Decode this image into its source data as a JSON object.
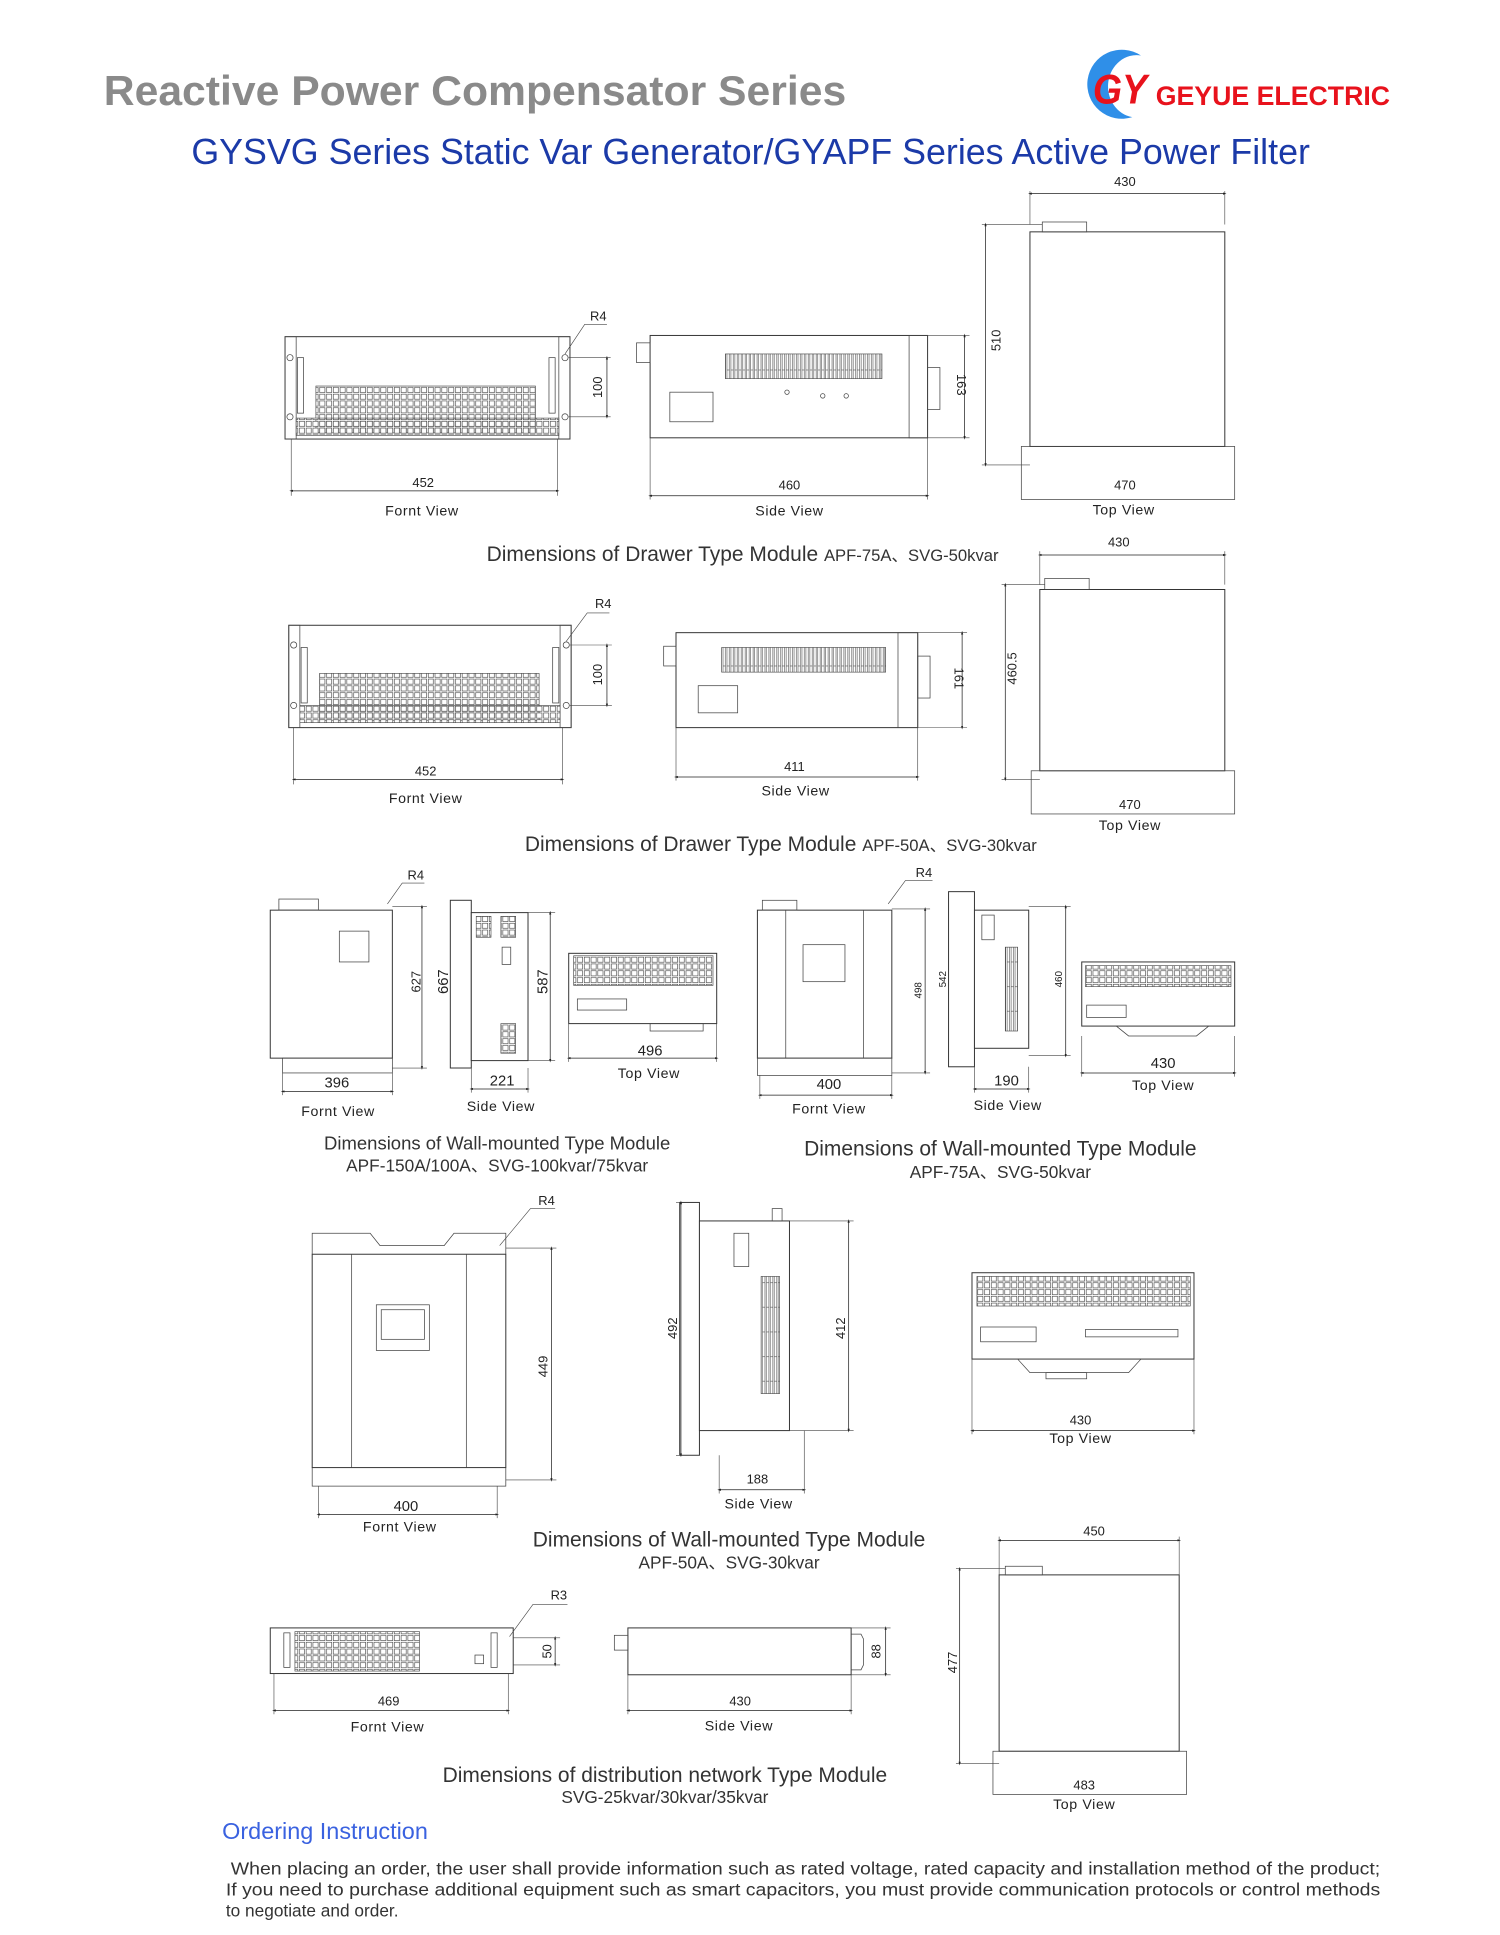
{
  "header": {
    "title": "Reactive Power Compensator Series",
    "subtitle": "GYSVG Series Static Var Generator/GYAPF Series Active Power Filter",
    "logo": {
      "mark": "GY",
      "name": "GEYUE ELECTRIC"
    }
  },
  "modules": [
    {
      "caption_main": "Dimensions of Drawer Type Module",
      "caption_model": "APF-75A、SVG-50kvar",
      "front": {
        "label": "Fornt View",
        "width": "452",
        "hole_spacing": "100",
        "radius": "R4"
      },
      "side": {
        "label": "Side View",
        "depth": "460",
        "height": "163"
      },
      "top": {
        "label": "Top View",
        "width": "430",
        "depth": "510",
        "front_width": "470"
      }
    },
    {
      "caption_main": "Dimensions of Drawer Type Module",
      "caption_model": "APF-50A、SVG-30kvar",
      "front": {
        "label": "Fornt View",
        "width": "452",
        "hole_spacing": "100",
        "radius": "R4"
      },
      "side": {
        "label": "Side View",
        "depth": "411",
        "height": "161"
      },
      "top": {
        "label": "Top View",
        "width": "430",
        "depth": "460.5",
        "front_width": "470"
      }
    },
    {
      "caption_main": "Dimensions of Wall-mounted Type Module",
      "caption_model": "APF-150A/100A、SVG-100kvar/75kvar",
      "front": {
        "label": "Fornt View",
        "width": "396",
        "hole_spacing": "627",
        "radius": "R4"
      },
      "side": {
        "label": "Side View",
        "depth": "221",
        "height": "667",
        "body_height": "587"
      },
      "top": {
        "label": "Top View",
        "width": "496"
      }
    },
    {
      "caption_main": "Dimensions of Wall-mounted Type Module",
      "caption_model": "APF-75A、SVG-50kvar",
      "front": {
        "label": "Fornt View",
        "width": "400",
        "hole_spacing": "498",
        "radius": "R4"
      },
      "side": {
        "label": "Side View",
        "depth": "190",
        "height": "542",
        "body_height": "460"
      },
      "top": {
        "label": "Top View",
        "width": "430"
      }
    },
    {
      "caption_main": "Dimensions of Wall-mounted Type Module",
      "caption_model": "APF-50A、SVG-30kvar",
      "front": {
        "label": "Fornt View",
        "width": "400",
        "hole_spacing": "449",
        "radius": "R4"
      },
      "side": {
        "label": "Side View",
        "depth": "188",
        "height": "492",
        "body_height": "412"
      },
      "top": {
        "label": "Top View",
        "width": "430"
      }
    },
    {
      "caption_main": "Dimensions of distribution network Type Module",
      "caption_model": "SVG-25kvar/30kvar/35kvar",
      "front": {
        "label": "Fornt View",
        "width": "469",
        "hole_spacing": "50",
        "radius": "R3"
      },
      "side": {
        "label": "Side View",
        "depth": "430",
        "height": "88"
      },
      "top": {
        "label": "Top View",
        "width": "450",
        "depth": "477",
        "front_width": "483"
      }
    }
  ],
  "ordering": {
    "title": "Ordering Instruction",
    "lines": [
      "When placing an order, the user shall provide information such as rated voltage, rated capacity and installation method of the product;",
      "If you need to purchase additional equipment such as smart capacitors, you must provide communication protocols or control methods",
      "to negotiate and order."
    ]
  },
  "colors": {
    "title_gray": "#8a8a8a",
    "subtitle_blue": "#1b3aa8",
    "ordering_blue": "#3a62e0",
    "logo_red": "#e8121c",
    "logo_blue": "#2f8fe8"
  }
}
